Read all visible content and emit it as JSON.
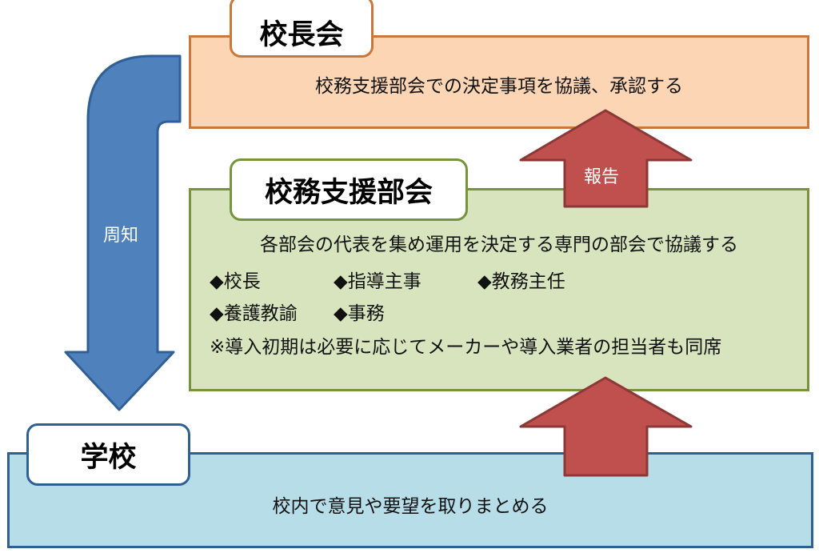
{
  "principals_meeting": {
    "title": "校長会",
    "description": "校務支援部会での決定事項を協議、承認する"
  },
  "support_committee": {
    "title": "校務支援部会",
    "description": "各部会の代表を集め運用を決定する専門の部会で協議する",
    "members_row1": [
      "◆校長",
      "◆指導主事",
      "◆教務主任"
    ],
    "members_row2": [
      "◆養護教諭",
      "◆事務"
    ],
    "note": "※導入初期は必要に応じてメーカーや導入業者の担当者も同席"
  },
  "school": {
    "title": "学校",
    "description": "校内で意見や要望を取りまとめる"
  },
  "arrows": {
    "notify_label": "周知",
    "report_label": "報告"
  },
  "colors": {
    "principals_fill": "#fcd5b5",
    "principals_border": "#c8783a",
    "committee_fill": "#d7e4bd",
    "committee_border": "#77933c",
    "school_fill": "#b7dde8",
    "school_border": "#2f5f94",
    "notify_arrow": "#4f81bd",
    "report_arrow": "#c0504d"
  }
}
